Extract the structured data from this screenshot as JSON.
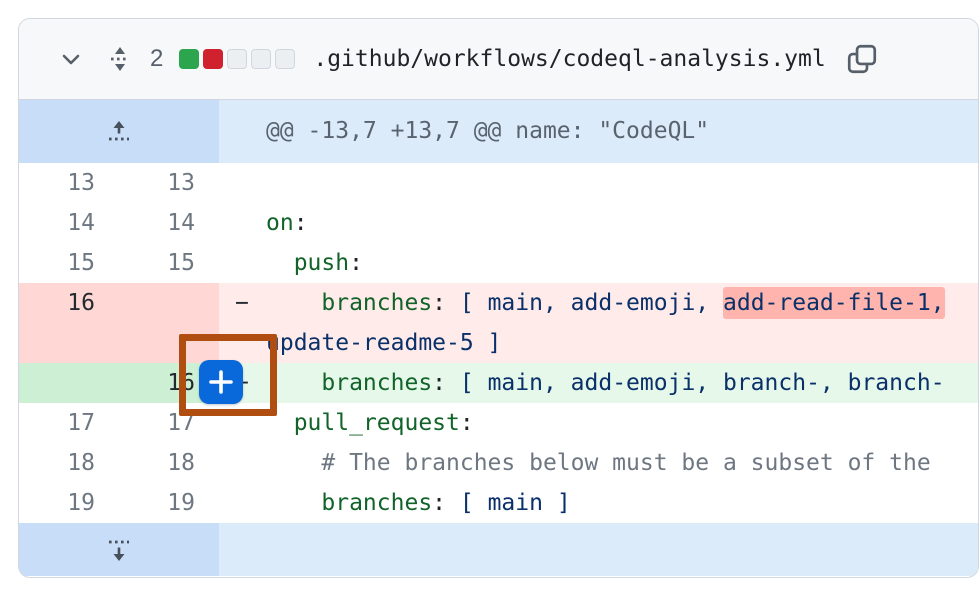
{
  "header": {
    "changes_count": "2",
    "diffstat": [
      "addition",
      "deletion",
      "neutral",
      "neutral",
      "neutral"
    ],
    "filename": ".github/workflows/codeql-analysis.yml"
  },
  "hunk": {
    "header_text": "@@ -13,7 +13,7 @@ name: \"CodeQL\""
  },
  "diff": {
    "rows": [
      {
        "type": "context",
        "old": "13",
        "new": "13",
        "segments": []
      },
      {
        "type": "context",
        "old": "14",
        "new": "14",
        "segments": [
          {
            "t": "on",
            "c": "key"
          },
          {
            "t": ":",
            "c": "plain"
          }
        ]
      },
      {
        "type": "context",
        "old": "15",
        "new": "15",
        "segments": [
          {
            "t": "  ",
            "c": "plain"
          },
          {
            "t": "push",
            "c": "key"
          },
          {
            "t": ":",
            "c": "plain"
          }
        ]
      },
      {
        "type": "deletion",
        "old": "16",
        "new": "",
        "marker": "−",
        "segments": [
          {
            "t": "    ",
            "c": "plain"
          },
          {
            "t": "branches",
            "c": "key"
          },
          {
            "t": ":",
            "c": "plain"
          },
          {
            "t": " ",
            "c": "plain"
          },
          {
            "t": "[ main, add-emoji, ",
            "c": "str"
          },
          {
            "t": "add-read-file-1,",
            "c": "str",
            "hl": true
          }
        ],
        "wrap": [
          {
            "t": "update-readme-5 ]",
            "c": "str"
          }
        ]
      },
      {
        "type": "addition",
        "old": "",
        "new": "16",
        "marker": "+",
        "segments": [
          {
            "t": "    ",
            "c": "plain"
          },
          {
            "t": "branches",
            "c": "key"
          },
          {
            "t": ":",
            "c": "plain"
          },
          {
            "t": " ",
            "c": "plain"
          },
          {
            "t": "[ main, add-emoji, branch-, branch-",
            "c": "str"
          }
        ]
      },
      {
        "type": "context",
        "old": "17",
        "new": "17",
        "segments": [
          {
            "t": "  ",
            "c": "plain"
          },
          {
            "t": "pull_request",
            "c": "key"
          },
          {
            "t": ":",
            "c": "plain"
          }
        ]
      },
      {
        "type": "context",
        "old": "18",
        "new": "18",
        "segments": [
          {
            "t": "    ",
            "c": "plain"
          },
          {
            "t": "# The branches below must be a subset of the",
            "c": "comment"
          }
        ]
      },
      {
        "type": "context",
        "old": "19",
        "new": "19",
        "segments": [
          {
            "t": "    ",
            "c": "plain"
          },
          {
            "t": "branches",
            "c": "key"
          },
          {
            "t": ":",
            "c": "plain"
          },
          {
            "t": " ",
            "c": "plain"
          },
          {
            "t": "[ main ]",
            "c": "str"
          }
        ]
      }
    ]
  },
  "colors": {
    "accent_blue": "#0969da",
    "annotation_orange": "#b04e12",
    "addition_bg": "#e6f8ea",
    "addition_gutter_bg": "#cdf0d4",
    "deletion_bg": "#ffebe9",
    "deletion_gutter_bg": "#ffd7d5",
    "deletion_word_bg": "#ffb5ad",
    "hunk_bg": "#dcebfa",
    "hunk_gutter_bg": "#c8ddf7",
    "diffstat_green": "#2da44e",
    "diffstat_red": "#cf222e",
    "syntax_key": "#116329",
    "syntax_string": "#0a3069",
    "syntax_comment": "#6e7781"
  }
}
